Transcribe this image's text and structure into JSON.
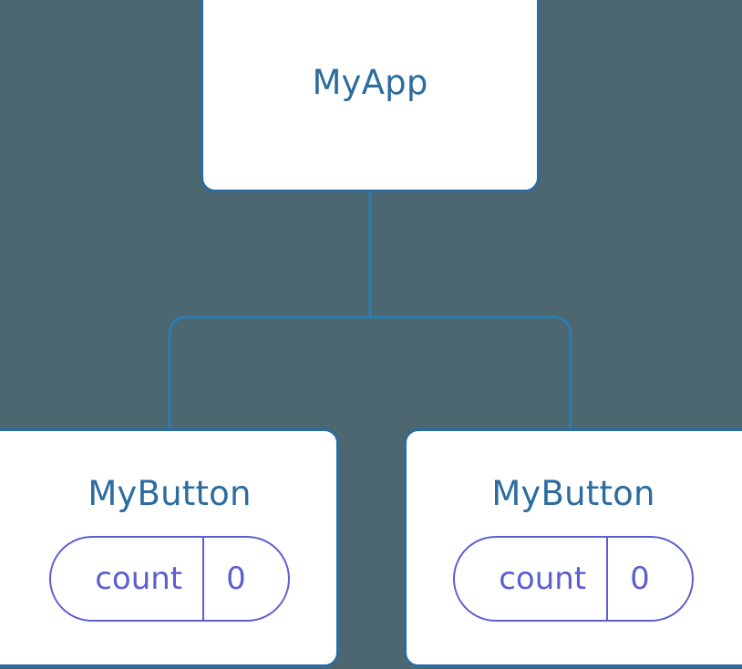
{
  "diagram": {
    "type": "widget-tree",
    "background_color": "#4c6770",
    "node_fill_color": "#ffffff",
    "node_border_color": "#2c6c9e",
    "title_color": "#2c6c9e",
    "state_color": "#5b5fcf",
    "edge_color": "#2c7cb0"
  },
  "root": {
    "title": "MyApp"
  },
  "children": [
    {
      "title": "MyButton",
      "state": {
        "key": "count",
        "value": "0"
      }
    },
    {
      "title": "MyButton",
      "state": {
        "key": "count",
        "value": "0"
      }
    }
  ]
}
